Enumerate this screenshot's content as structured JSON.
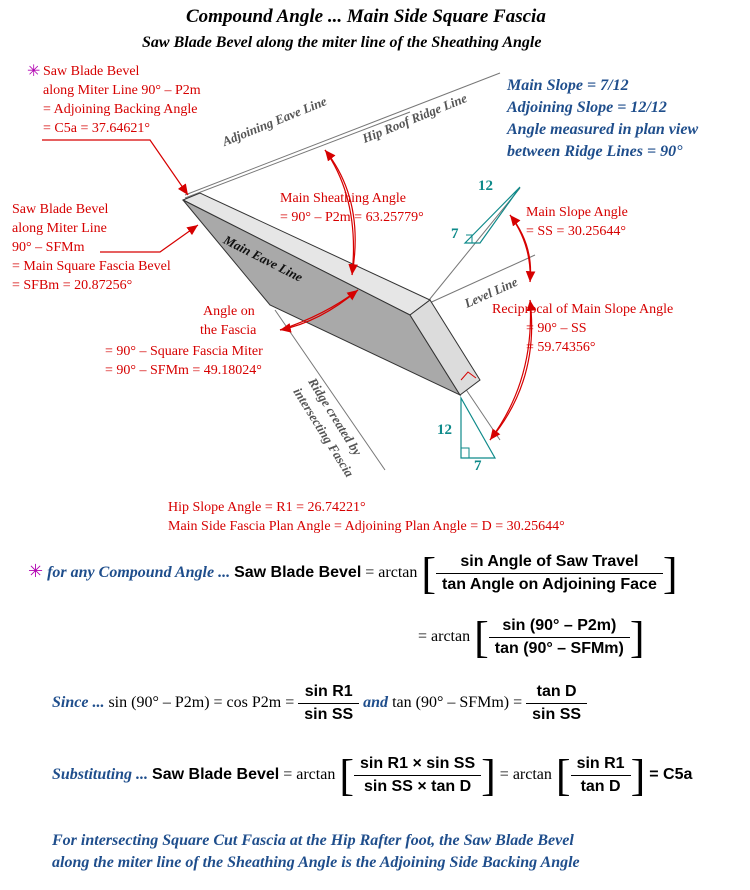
{
  "title": "Compound Angle ... Main Side Square Fascia",
  "subtitle": "Saw Blade Bevel along the miter line of the Sheathing Angle",
  "slopes": {
    "main": "Main Slope = 7/12",
    "adjoining": "Adjoining Slope = 12/12",
    "plan1": "Angle measured in plan view",
    "plan2": "between Ridge Lines = 90°"
  },
  "labels": {
    "saw_bevel_star": {
      "star": "✳",
      "l1": "Saw Blade Bevel",
      "l2": "along Miter Line 90° – P2m",
      "l3": "= Adjoining Backing Angle",
      "l4": "= C5a = 37.64621°"
    },
    "saw_bevel_fascia": {
      "l1": "Saw Blade Bevel",
      "l2": "along Miter Line",
      "l3": "90° – SFMm",
      "l4": "= Main Square Fascia Bevel",
      "l5": "= SFBm = 20.87256°"
    },
    "sheathing": {
      "l1": "Main Sheathing Angle",
      "l2": "= 90° – P2m = 63.25779°"
    },
    "main_slope_angle": {
      "l1": "Main Slope Angle",
      "l2": "= SS = 30.25644°"
    },
    "reciprocal": {
      "l1": "Reciprocal of Main Slope Angle",
      "l2": "= 90° – SS",
      "l3": "= 59.74356°"
    },
    "fascia_angle": {
      "l1": "Angle on",
      "l2": "the Fascia",
      "l3": "= 90° – Square Fascia Miter",
      "l4": "= 90° – SFMm = 49.18024°"
    },
    "hip": {
      "l1": "Hip Slope Angle = R1 = 26.74221°",
      "l2": "Main Side Fascia Plan Angle = Adjoining Plan Angle = D = 30.25644°"
    },
    "lines": {
      "adjoining_eave": "Adjoining Eave Line",
      "hip_ridge": "Hip Roof Ridge Line",
      "main_eave": "Main Eave Line",
      "level": "Level Line",
      "ridge_fascia_1": "Ridge created by",
      "ridge_fascia_2": "intersecting Fascia"
    },
    "triangle_top": {
      "rise": "12",
      "run": "7"
    },
    "triangle_bottom": {
      "rise": "12",
      "run": "7"
    }
  },
  "formulas": {
    "f1": {
      "star": "✳",
      "prefix": "for any Compound Angle ...",
      "lhs": "Saw Blade Bevel",
      "eq": "= arctan",
      "num": "sin Angle of Saw Travel",
      "den": "tan Angle on Adjoining Face"
    },
    "f2": {
      "eq": "= arctan",
      "num": "sin (90° – P2m)",
      "den": "tan (90° – SFMm)"
    },
    "f3": {
      "since": "Since ...",
      "a": "sin (90° – P2m) = cos P2m =",
      "num1": "sin R1",
      "den1": "sin SS",
      "and": "and",
      "b": "tan (90° – SFMm) =",
      "num2": "tan D",
      "den2": "sin SS"
    },
    "f4": {
      "sub": "Substituting ...",
      "lhs": "Saw Blade Bevel",
      "eq": "= arctan",
      "num1": "sin R1 × sin SS",
      "den1": "sin SS × tan D",
      "eq2": "= arctan",
      "num2": "sin R1",
      "den2": "tan D",
      "result": "= C5a"
    }
  },
  "note": {
    "l1": "For intersecting Square Cut Fascia at the Hip Rafter foot, the Saw Blade Bevel",
    "l2": "along the miter line of the Sheathing Angle is the Adjoining Side Backing Angle"
  },
  "colors": {
    "red": "#d60000",
    "blue": "#1f4e8c",
    "teal": "#0e8a8a",
    "board": "#a8a8a8",
    "board_top": "#e4e4e4"
  }
}
